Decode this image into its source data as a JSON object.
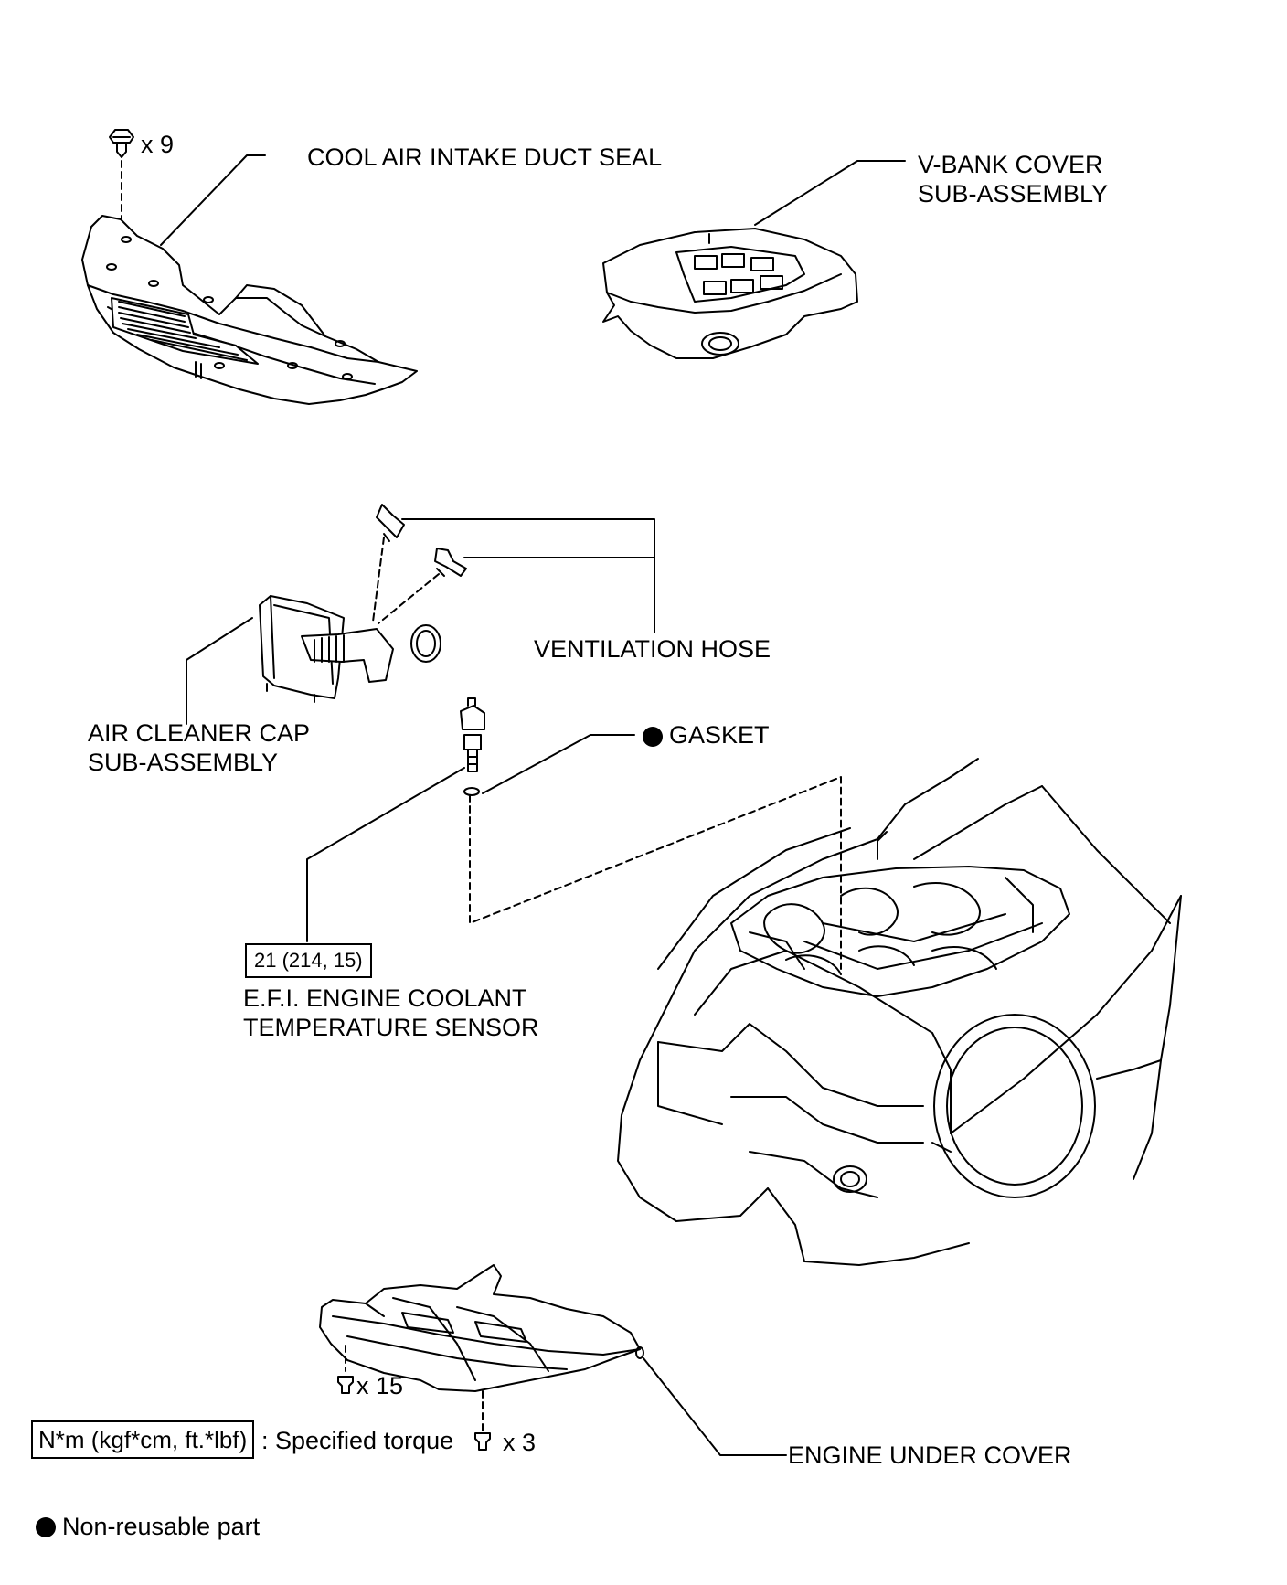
{
  "parts": {
    "cool_air_intake_duct_seal": "COOL AIR INTAKE DUCT SEAL",
    "v_bank_cover_line1": "V-BANK COVER",
    "v_bank_cover_line2": "SUB-ASSEMBLY",
    "ventilation_hose": "VENTILATION HOSE",
    "air_cleaner_cap_line1": "AIR CLEANER CAP",
    "air_cleaner_cap_line2": "SUB-ASSEMBLY",
    "gasket": "GASKET",
    "coolant_sensor_line1": "E.F.I. ENGINE COOLANT",
    "coolant_sensor_line2": "TEMPERATURE SENSOR",
    "engine_under_cover": "ENGINE UNDER COVER"
  },
  "quantities": {
    "duct_seal_clips": "x 9",
    "under_cover_bolts_a": "x 15",
    "under_cover_bolts_b": "x 3"
  },
  "torque": {
    "sensor_value": "21 (214, 15)"
  },
  "legend": {
    "torque_units": "N*m (kgf*cm, ft.*lbf)",
    "torque_text": ": Specified torque",
    "non_reusable_text": "Non-reusable part"
  }
}
